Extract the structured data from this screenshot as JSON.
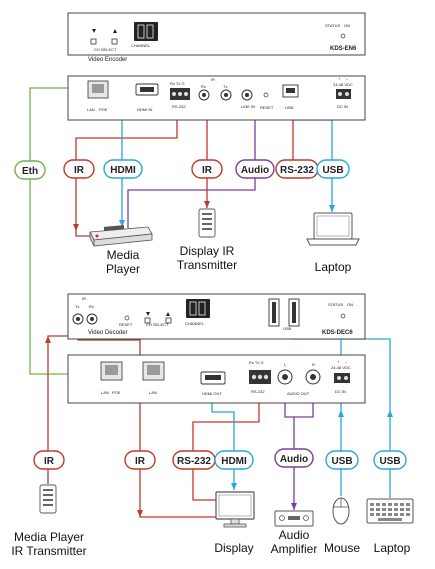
{
  "encoder_front": {
    "channel_label": "CHANNEL",
    "ch_select_label": "CH SELECT",
    "model_text": "Video Encoder",
    "model_id": "KDS-EN6",
    "status_label": "STATUS",
    "on_label": "ON"
  },
  "encoder_rear": {
    "lan_label": "LAN",
    "poe_label": "POE",
    "hdmi_in_label": "HDMI IN",
    "ir_label": "IR",
    "rs232_pins": "Rx Tx G",
    "rx_label": "Rx",
    "tx_label": "Tx",
    "rs232_label": "RS-232",
    "line_in_label": "LINE IN",
    "reset_label": "RESET",
    "usb_label": "USB",
    "power_label": "24-48 VDC",
    "dc_in_label": "DC IN",
    "plus_label": "+",
    "minus_label": "–"
  },
  "decoder_front": {
    "ir_label": "IR",
    "tx_label": "Tx",
    "rx_label": "Rx",
    "reset_label": "RESET",
    "ch_select_label": "CH SELECT",
    "channel_label": "CHANNEL",
    "usb_label": "USB",
    "model_text": "Video Decoder",
    "model_id": "KDS-DEC6",
    "status_label": "STATUS",
    "on_label": "ON"
  },
  "decoder_rear": {
    "lan_label": "LAN",
    "poe_label": "POE",
    "lan2_label": "LAN",
    "hdmi_out_label": "HDMI OUT",
    "rs232_pins": "Rx Tx G",
    "rs232_label": "RS-232",
    "l_label": "L",
    "r_label": "R",
    "audio_out_label": "AUDIO OUT",
    "power_label": "24-48 VDC",
    "dc_in_label": "DC IN",
    "plus_label": "+",
    "minus_label": "–"
  },
  "tags": {
    "eth": "Eth",
    "ir_top_left": "IR",
    "hdmi_top": "HDMI",
    "ir_top_mid": "IR",
    "audio_top": "Audio",
    "rs232_top": "RS-232",
    "usb_top": "USB",
    "ir_bottom_left": "IR",
    "ir_bottom_mid": "IR",
    "rs232_bottom": "RS-232",
    "hdmi_bottom": "HDMI",
    "audio_bottom": "Audio",
    "usb_bottom_1": "USB",
    "usb_bottom_2": "USB"
  },
  "devices": {
    "media_player": "Media\nPlayer",
    "display_ir_tx": "Display IR\nTransmitter",
    "laptop_top": "Laptop",
    "media_player_ir_tx": "Media Player\nIR Transmitter",
    "display": "Display",
    "audio_amplifier": "Audio\nAmplifier",
    "mouse": "Mouse",
    "laptop_bottom": "Laptop"
  },
  "colors": {
    "eth": "#6fb44a",
    "ir": "#c0392b",
    "hdmi": "#2aa7d8",
    "audio": "#7b3f98",
    "rs232": "#c0392b",
    "usb": "#2aa7d8",
    "device_border": "#555555"
  }
}
